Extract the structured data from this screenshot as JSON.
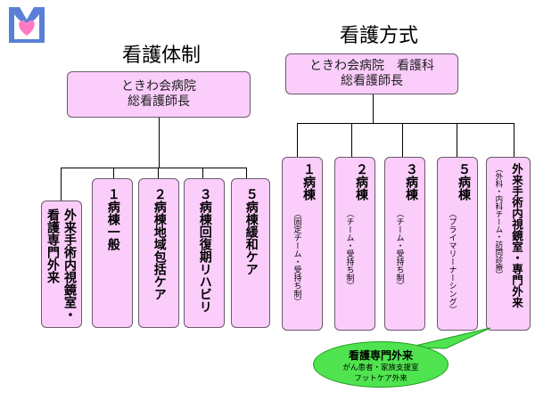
{
  "left": {
    "title": "看護体制",
    "head": {
      "line1": "ときわ会病院",
      "line2": "総看護師長"
    },
    "units": [
      {
        "col1": "外来手術内視鏡室・",
        "col2": "看護専門外来"
      },
      {
        "text": "１病棟一般"
      },
      {
        "text": "２病棟地域包括ケア"
      },
      {
        "text": "３病棟回復期リハビリ"
      },
      {
        "text": "５病棟緩和ケア"
      }
    ]
  },
  "right": {
    "title": "看護方式",
    "head": {
      "line1": "ときわ会病院　看護科",
      "line2": "総看護師長"
    },
    "units": [
      {
        "name": "１病棟",
        "method": "（固定チーム・受持ち制）"
      },
      {
        "name": "２病棟",
        "method": "（チーム・受持ち制）"
      },
      {
        "name": "３病棟",
        "method": "（チーム・受持ち制）"
      },
      {
        "name": "５病棟",
        "method": "（プライマリーナーシング）"
      },
      {
        "name": "外来手術内視鏡室・専門外来",
        "method": "（外科・内科チーム・訪問診療）"
      }
    ]
  },
  "callout": {
    "title": "看護専門外来",
    "line1": "がん患者・家族支援室",
    "line2": "フットケア外来"
  }
}
